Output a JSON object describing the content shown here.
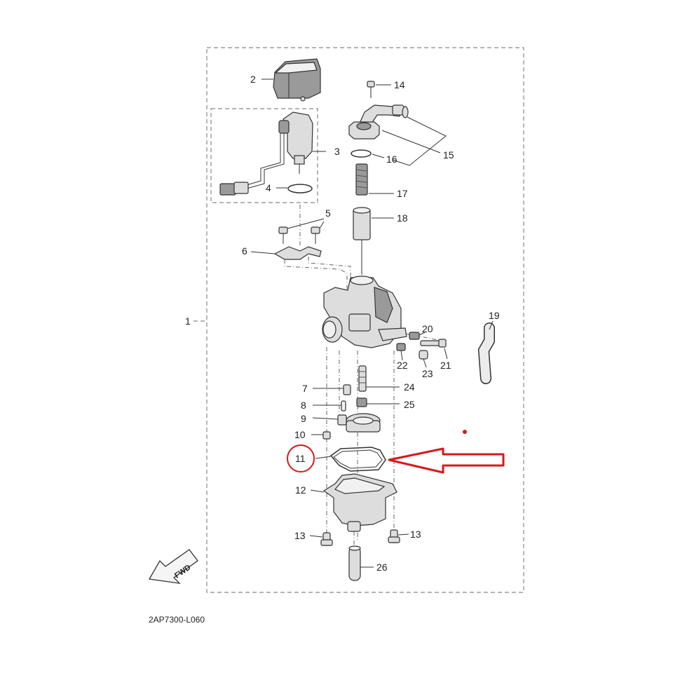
{
  "diagram": {
    "labels": {
      "l1": "1",
      "l2": "2",
      "l3": "3",
      "l4": "4",
      "l5": "5",
      "l6": "6",
      "l7": "7",
      "l8": "8",
      "l9": "9",
      "l10": "10",
      "l11": "11",
      "l12": "12",
      "l13a": "13",
      "l13b": "13",
      "l14": "14",
      "l15": "15",
      "l16": "16",
      "l17": "17",
      "l18": "18",
      "l19": "19",
      "l20": "20",
      "l21": "21",
      "l22": "22",
      "l23": "23",
      "l24": "24",
      "l25": "25",
      "l26": "26"
    },
    "fwd_label": "FWD",
    "drawing_code": "2AP7300-L060",
    "highlight_color": "#d7191c",
    "line_color": "#333333",
    "frame_color": "#888888"
  }
}
